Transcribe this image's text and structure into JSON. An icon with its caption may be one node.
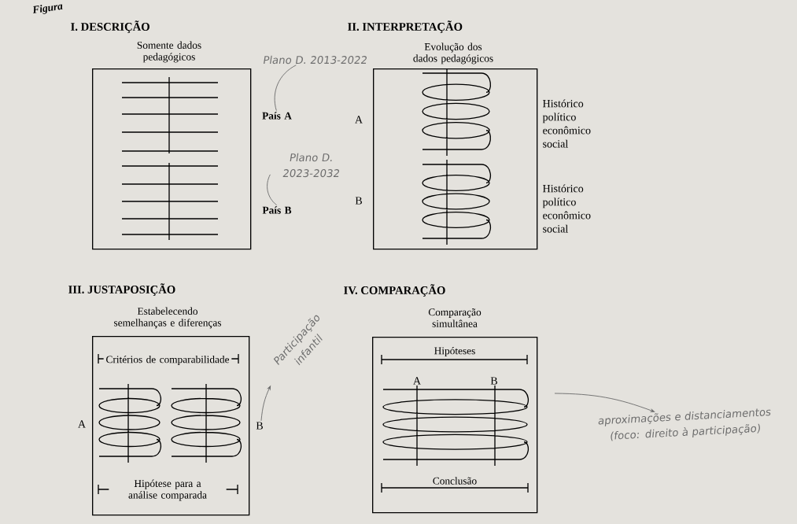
{
  "diagram": {
    "nodes": [
      {
        "text": [
          "I. DESCRIÇÃO",
          "Somente dados pedagógicos"
        ]
      },
      {
        "text": [
          "II. INTERPRETAÇÃO",
          "Evolução dos dados pedagógicos"
        ]
      },
      {
        "text": [
          "III. JUSTAPOSIÇÃO",
          "Estabelecendo semelhanças e diferenças",
          "Critérios de comparabilidade",
          "Hipótese para a análise comparada"
        ]
      },
      {
        "text": [
          "IV. COMPARAÇÃO",
          "Comparação simultânea",
          "Hipóteses",
          "Conclusão"
        ]
      },
      {
        "text": [
          "Plano D. 2013-2022"
        ]
      },
      {
        "text": [
          "País A"
        ]
      },
      {
        "text": [
          "Plano D. 2023-2032"
        ]
      },
      {
        "text": [
          "País B"
        ]
      },
      {
        "text": [
          "Participação infantil"
        ]
      },
      {
        "text": [
          "B"
        ]
      },
      {
        "text": [
          "aproximações e distanciamentos (foco: direito à participação)"
        ]
      }
    ],
    "edges": [
      {
        "from": 4,
        "to": 5,
        "arrow": "none"
      },
      {
        "from": 6,
        "to": 7,
        "arrow": "none"
      },
      {
        "from": 9,
        "to": 8,
        "arrow": "to"
      },
      {
        "from": null,
        "to": 10,
        "arrow": "to"
      }
    ],
    "labels": [
      "Figura",
      "A",
      "B",
      "Histórico político econômico social",
      "Histórico político econômico social",
      "A",
      "A",
      "B"
    ]
  }
}
